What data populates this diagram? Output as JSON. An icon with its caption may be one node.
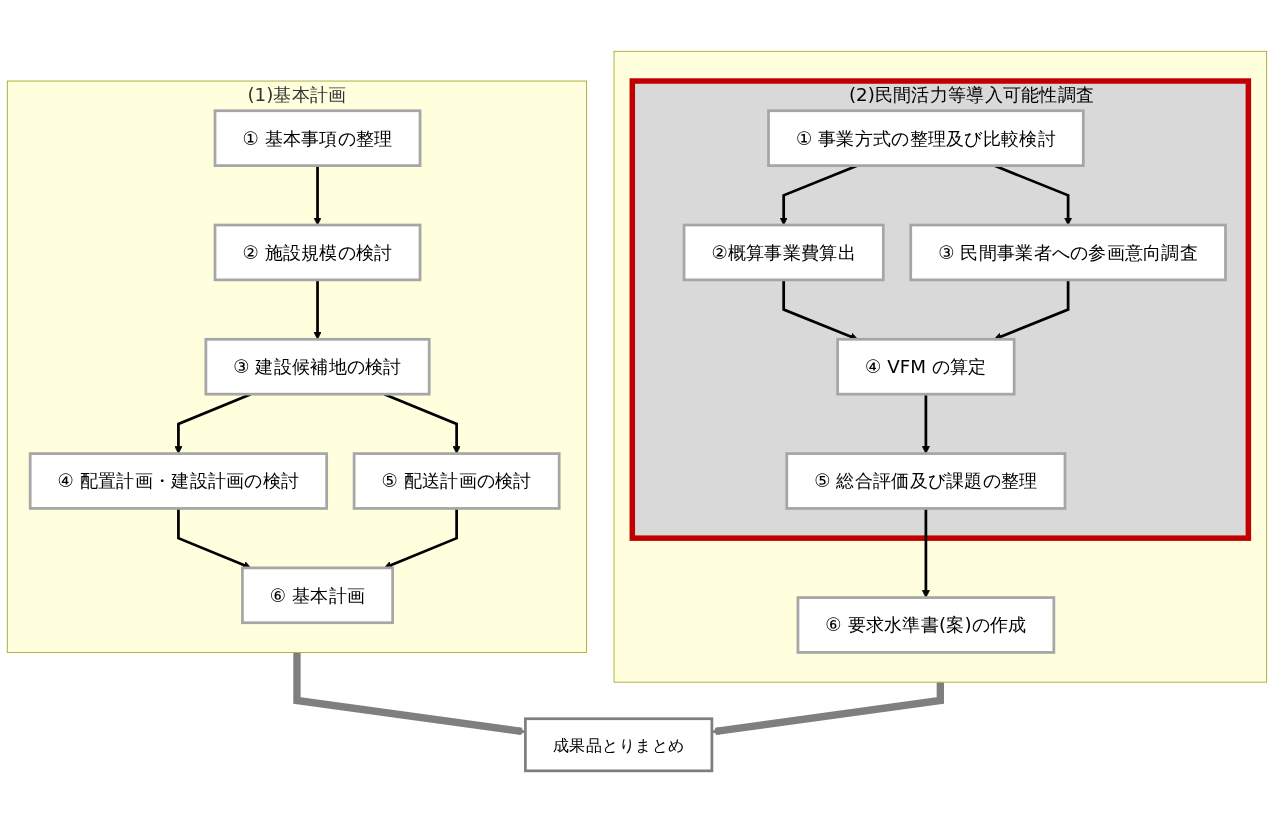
{
  "diagram": {
    "nodes": [
      {
        "text": [
          "(1)基本計画"
        ]
      },
      {
        "text": [
          "①  基本事項の整理"
        ],
        "in": 0
      },
      {
        "text": [
          "②  施設規模の検討"
        ],
        "in": 0
      },
      {
        "text": [
          "③  建設候補地の検討"
        ],
        "in": 0
      },
      {
        "text": [
          "④  配置計画・建設計画の検討"
        ],
        "in": 0
      },
      {
        "text": [
          "⑤  配送計画の検討"
        ],
        "in": 0
      },
      {
        "text": [
          "⑥  基本計画"
        ],
        "in": 0
      },
      {
        "text": [],
        "shape": "box"
      },
      {
        "text": [
          "(2)民間活力等導入可能性調査"
        ],
        "in": 7
      },
      {
        "text": [
          "①  事業方式の整理及び比較検討"
        ],
        "in": 8
      },
      {
        "text": [
          "②概算事業費算出"
        ],
        "in": 8
      },
      {
        "text": [
          "③  民間事業者への参画意向調査"
        ],
        "in": 8
      },
      {
        "text": [
          "④  VFM の算定"
        ],
        "in": 8
      },
      {
        "text": [
          "⑤  総合評価及び課題の整理"
        ],
        "in": 8
      },
      {
        "text": [
          "⑥  要求水準書(案)の作成"
        ],
        "in": 7
      },
      {
        "text": [
          "成果品とりまとめ"
        ]
      }
    ],
    "edges": [
      {
        "from": 1,
        "to": 2,
        "arrow": "to"
      },
      {
        "from": 2,
        "to": 3,
        "arrow": "to"
      },
      {
        "from": 3,
        "to": 4,
        "arrow": "to"
      },
      {
        "from": 3,
        "to": 5,
        "arrow": "to"
      },
      {
        "from": 4,
        "to": 6,
        "arrow": "to"
      },
      {
        "from": 5,
        "to": 6,
        "arrow": "to"
      },
      {
        "from": 9,
        "to": 10,
        "arrow": "to"
      },
      {
        "from": 9,
        "to": 11,
        "arrow": "to"
      },
      {
        "from": 10,
        "to": 12,
        "arrow": "to"
      },
      {
        "from": 11,
        "to": 12,
        "arrow": "to"
      },
      {
        "from": 12,
        "to": 13,
        "arrow": "to"
      },
      {
        "from": 13,
        "to": 14,
        "arrow": "to"
      },
      {
        "from": 0,
        "to": 15,
        "arrow": "to",
        "style": "thick",
        "color": "#7f7f7f"
      },
      {
        "from": 7,
        "to": 15,
        "arrow": "to",
        "style": "thick",
        "color": "#7f7f7f"
      }
    ]
  }
}
